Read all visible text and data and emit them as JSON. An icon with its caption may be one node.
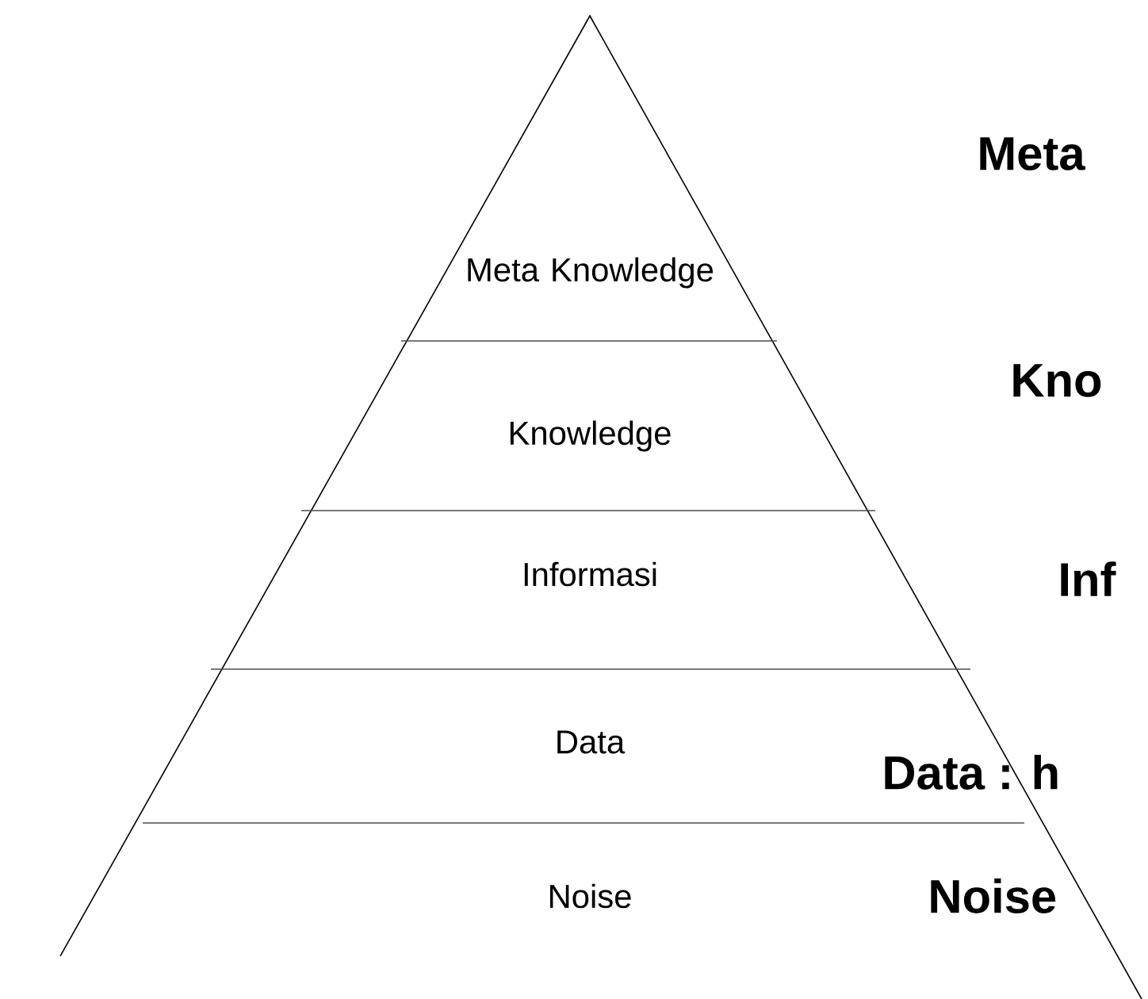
{
  "diagram": {
    "nodes": [
      {
        "text": [
          "Meta Knowledge"
        ]
      },
      {
        "text": [
          "Knowledge"
        ]
      },
      {
        "text": [
          "Informasi"
        ]
      },
      {
        "text": [
          "Data"
        ]
      },
      {
        "text": [
          "Noise"
        ]
      }
    ],
    "labels": [
      "Meta",
      "Kno",
      "Inf",
      "Data : h",
      "Noise"
    ]
  }
}
